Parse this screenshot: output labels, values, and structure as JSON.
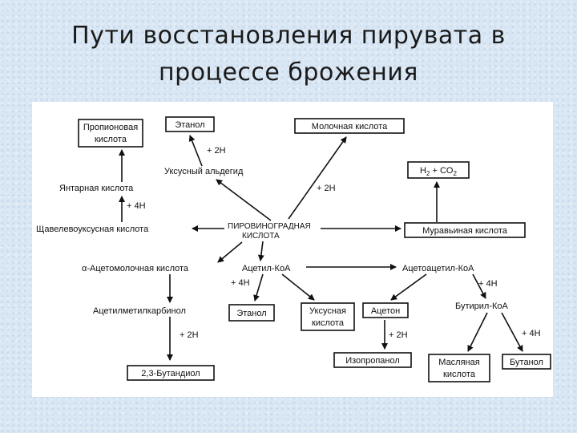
{
  "title": {
    "line1": "Пути восстановления пирувата в",
    "line2": "процессе  брожения"
  },
  "nodes": {
    "propionic_l1": "Пропионовая",
    "propionic_l2": "кислота",
    "ethanol_top": "Этанол",
    "lactic": "Молочная кислота",
    "h2co2_a": "H",
    "h2co2_sub1": "2",
    "h2co2_b": " + CO",
    "h2co2_sub2": "2",
    "acetaldehyde": "Уксусный альдегид",
    "succinic": "Янтарная кислота",
    "oxaloacetic": "Щавелевоуксусная кислота",
    "pyruvic_l1": "ПИРОВИНОГРАДНАЯ",
    "pyruvic_l2": "КИСЛОТА",
    "formic": "Муравьиная кислота",
    "acetolactic": "α-Ацетомолочная кислота",
    "acetyl_coa": "Ацетил-КоА",
    "acetoacetyl_coa": "Ацетоацетил-КоА",
    "acetylmethylcarbinol": "Ацетилметилкарбинол",
    "ethanol_mid": "Этанол",
    "acetic_l1": "Уксусная",
    "acetic_l2": "кислота",
    "acetone": "Ацетон",
    "butyryl_coa": "Бутирил-КоА",
    "butanediol": "2,3-Бутандиол",
    "isopropanol": "Изопропанол",
    "butyric_l1": "Масляная",
    "butyric_l2": "кислота",
    "butanol": "Бутанол"
  },
  "labels": {
    "ethanol_2h": "+ 2H",
    "lactic_2h": "+ 2H",
    "succinic_4h": "+ 4H",
    "acetyl_4h": "+ 4H",
    "acetoacetyl_4h": "+  4H",
    "carbinol_2h": "+ 2H",
    "acetone_2h": "+ 2H",
    "butyryl_4h": "+ 4H"
  }
}
